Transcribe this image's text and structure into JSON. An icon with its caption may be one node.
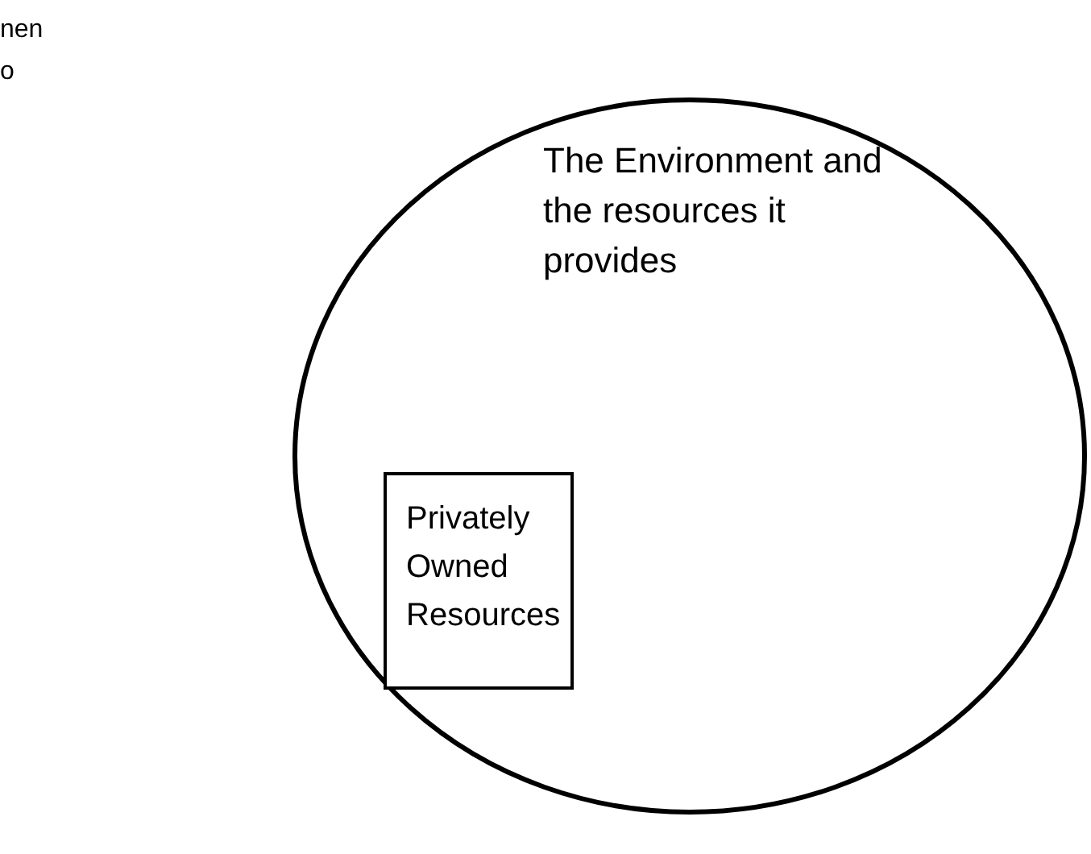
{
  "diagram": {
    "nodes": [
      {
        "text": [
          "The Environment and the resources it provides"
        ]
      },
      {
        "text": [
          "Privately Owned Resources"
        ],
        "in": 0
      }
    ],
    "labels": [
      "nen",
      "o"
    ]
  }
}
